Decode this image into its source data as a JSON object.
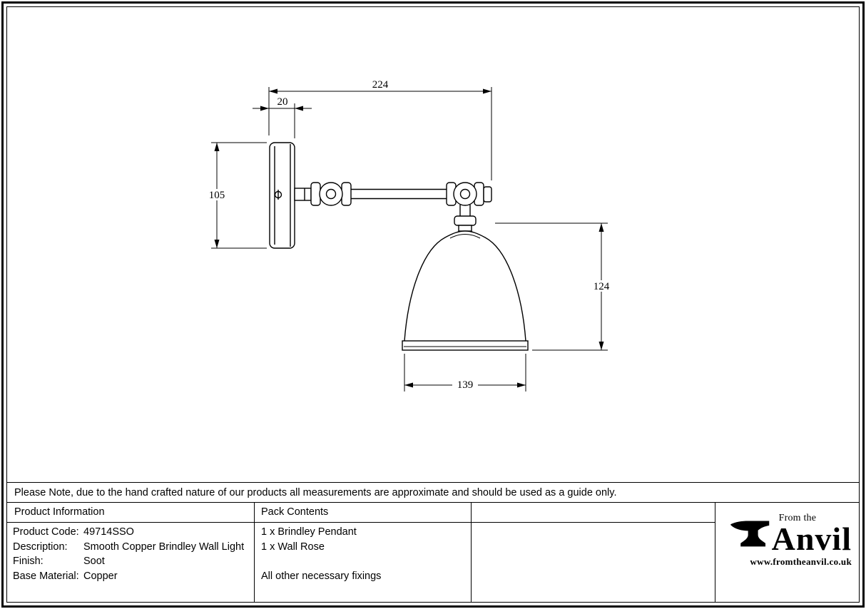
{
  "drawing": {
    "dims": {
      "overall_projection": "224",
      "backplate_depth": "20",
      "backplate_height": "105",
      "shade_height": "124",
      "shade_diameter": "139"
    }
  },
  "note": "Please Note, due to the hand crafted nature of our products all measurements are approximate and should be used as a guide only.",
  "product_information": {
    "header": "Product Information",
    "rows": [
      {
        "label": "Product Code:",
        "value": "49714SSO"
      },
      {
        "label": "Description:",
        "value": "Smooth Copper Brindley Wall Light"
      },
      {
        "label": "Finish:",
        "value": "Soot"
      },
      {
        "label": "Base Material:",
        "value": "Copper"
      }
    ]
  },
  "pack_contents": {
    "header": "Pack Contents",
    "lines": [
      "1 x Brindley Pendant",
      "1 x Wall Rose",
      "",
      "All other necessary fixings"
    ]
  },
  "brand": {
    "tagline": "From the",
    "name": "Anvil",
    "website": "www.fromtheanvil.co.uk"
  }
}
